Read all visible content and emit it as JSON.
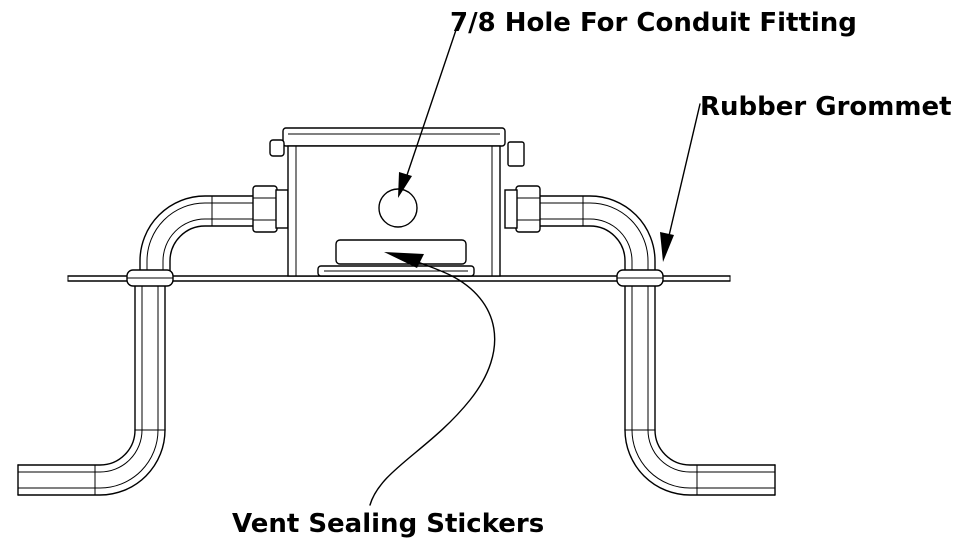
{
  "labels": {
    "hole": "7/8 Hole For Conduit Fitting",
    "grommet": "Rubber Grommet",
    "vent": "Vent Sealing Stickers"
  }
}
